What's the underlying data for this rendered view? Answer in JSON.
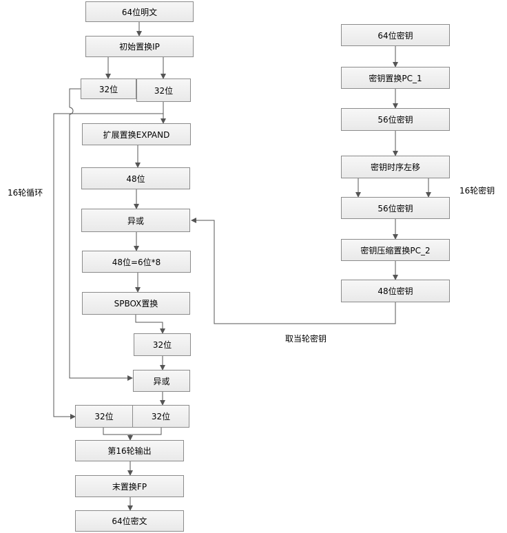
{
  "left_flow": {
    "plain": "64位明文",
    "ip": "初始置换IP",
    "left32": "32位",
    "right32": "32位",
    "expand": "扩展置换EXPAND",
    "bits48": "48位",
    "xor1": "异或",
    "split": "48位=6位*8",
    "sbox": "SPBOX置换",
    "bits32": "32位",
    "xor2": "异或",
    "out_left": "32位",
    "out_right": "32位",
    "round16": "第16轮输出",
    "fp": "末置换FP",
    "cipher": "64位密文"
  },
  "right_flow": {
    "key64": "64位密钥",
    "pc1": "密钥置换PC_1",
    "key56a": "56位密钥",
    "shift": "密钥时序左移",
    "key56b": "56位密钥",
    "pc2": "密钥压缩置换PC_2",
    "key48": "48位密钥"
  },
  "labels": {
    "round_loop": "16轮循环",
    "key_rounds": "16轮密钥",
    "take_key": "取当轮密钥"
  }
}
